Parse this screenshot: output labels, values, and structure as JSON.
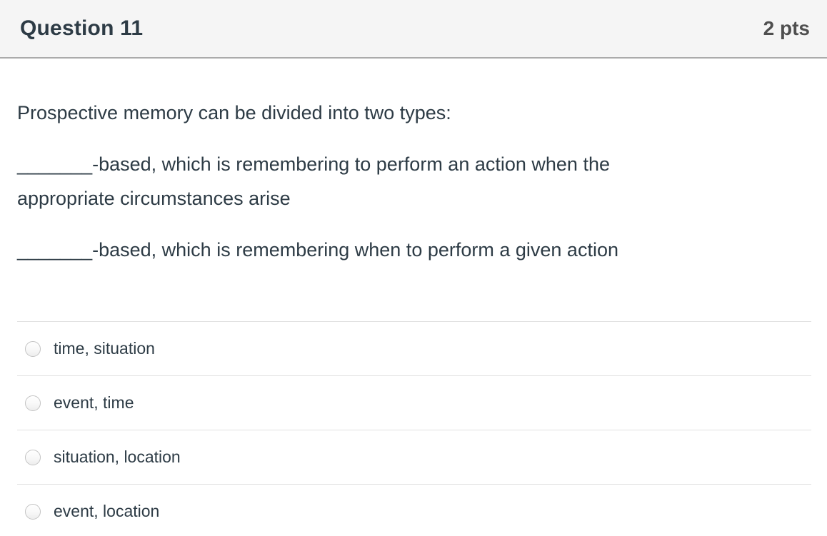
{
  "header": {
    "title": "Question 11",
    "points": "2 pts"
  },
  "question": {
    "intro": "Prospective memory can be divided into two types:",
    "blank1_line1": "_______-based, which is remembering to perform an action when the",
    "blank1_line2": "appropriate circumstances arise",
    "blank2": "_______-based, which is remembering when to perform a given action"
  },
  "options": [
    {
      "label": "time, situation",
      "selected": false
    },
    {
      "label": "event, time",
      "selected": false
    },
    {
      "label": "situation, location",
      "selected": false
    },
    {
      "label": "event, location",
      "selected": false
    }
  ],
  "colors": {
    "header_bg": "#f5f5f5",
    "header_border": "#ababab",
    "body_text": "#2d3b45",
    "points_text": "#4f4f4f",
    "divider": "#e1e1e1",
    "radio_border": "#c3c3c3"
  }
}
